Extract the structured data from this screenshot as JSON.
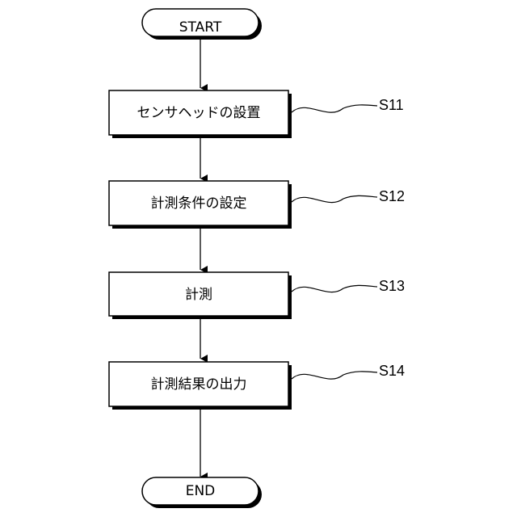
{
  "flowchart": {
    "start": {
      "label": "START"
    },
    "steps": [
      {
        "label": "センサヘッドの設置",
        "id": "S11"
      },
      {
        "label": "計測条件の設定",
        "id": "S12"
      },
      {
        "label": "計測",
        "id": "S13"
      },
      {
        "label": "計測結果の出力",
        "id": "S14"
      }
    ],
    "end": {
      "label": "END"
    }
  }
}
